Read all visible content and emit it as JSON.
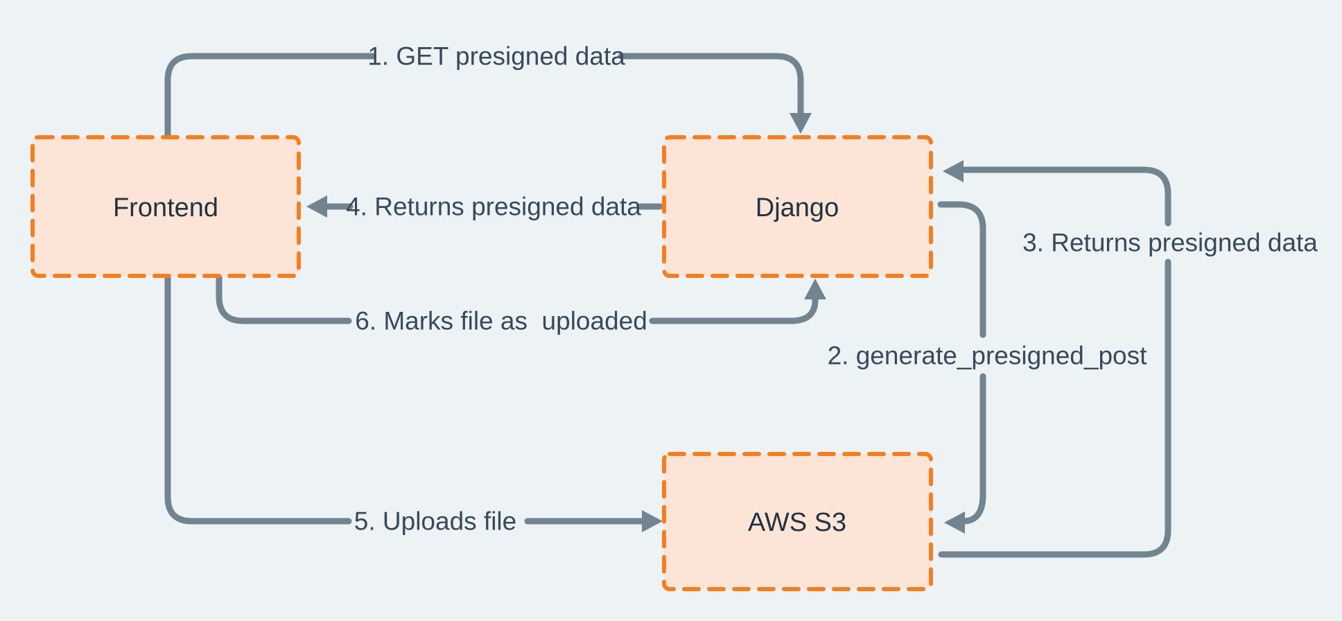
{
  "diagram_type": "flow-diagram",
  "nodes": [
    {
      "id": "frontend",
      "label": "Frontend"
    },
    {
      "id": "django",
      "label": "Django"
    },
    {
      "id": "aws-s3",
      "label": "AWS S3"
    }
  ],
  "edges": [
    {
      "id": "1",
      "label": "1. GET presigned data",
      "from": "frontend",
      "to": "django"
    },
    {
      "id": "2",
      "label": "2. generate_presigned_post",
      "from": "django",
      "to": "aws-s3"
    },
    {
      "id": "3",
      "label": "3. Returns presigned data",
      "from": "aws-s3",
      "to": "django"
    },
    {
      "id": "4",
      "label": "4. Returns presigned data",
      "from": "django",
      "to": "frontend"
    },
    {
      "id": "5",
      "label": "5. Uploads file",
      "from": "frontend",
      "to": "aws-s3"
    },
    {
      "id": "6",
      "label": "6. Marks file as  uploaded",
      "from": "frontend",
      "to": "django"
    }
  ],
  "colors": {
    "background": "#edf2f4",
    "node_fill": "#fce5d7",
    "node_border": "#f57e20",
    "arrow": "#71848f",
    "node_text": "#243240",
    "label_text": "#374a5c"
  }
}
